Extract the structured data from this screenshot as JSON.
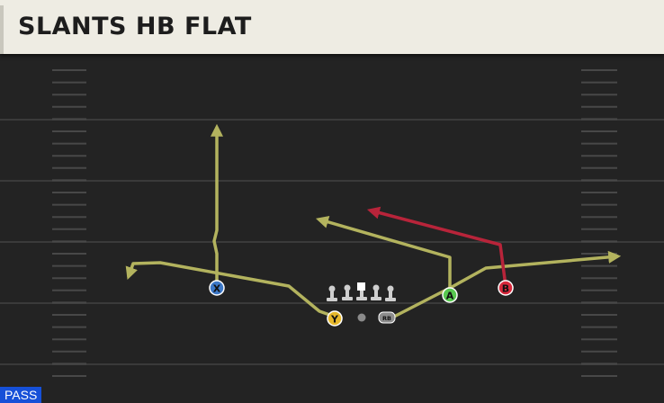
{
  "play": {
    "title": "SLANTS HB FLAT",
    "type_tag": "PASS"
  },
  "colors": {
    "field": "#232323",
    "yard_line": "#3a3a3a",
    "hash": "#4a4a4a",
    "route_yellow": "#b3b35e",
    "route_red": "#b8243a",
    "player_X": "#3c78c8",
    "player_Y": "#e6b82c",
    "player_A": "#58c850",
    "player_B": "#d8283c",
    "player_RB": "#8c8c8c",
    "lineman": "#cfcfcf"
  },
  "players": [
    {
      "id": "X",
      "label": "X",
      "color_key": "player_X",
      "route": "yellow"
    },
    {
      "id": "Y",
      "label": "Y",
      "color_key": "player_Y",
      "route": "yellow"
    },
    {
      "id": "A",
      "label": "A",
      "color_key": "player_A",
      "route": "yellow"
    },
    {
      "id": "B",
      "label": "B",
      "color_key": "player_B",
      "route": "red"
    },
    {
      "id": "RB",
      "label": "RB",
      "color_key": "player_RB",
      "route": "yellow"
    }
  ]
}
